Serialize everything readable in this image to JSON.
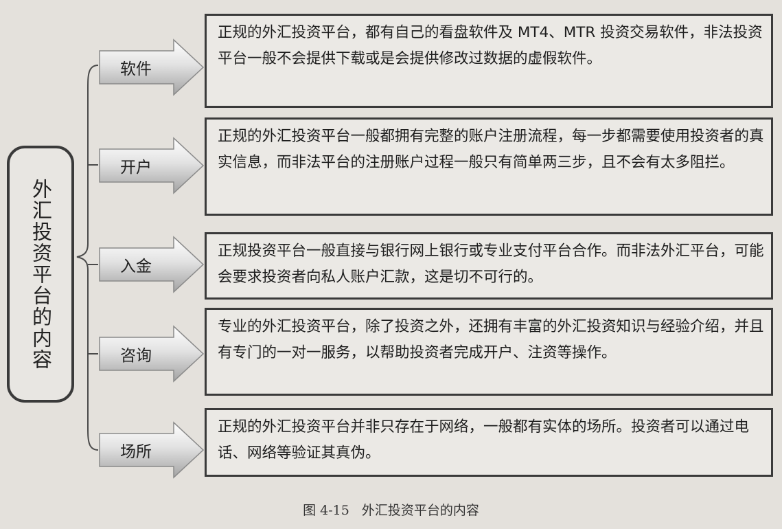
{
  "root": {
    "label": "外汇投资平台的内容"
  },
  "items": [
    {
      "label": "软件",
      "text": "正规的外汇投资平台，都有自己的看盘软件及 MT4、MTR 投资交易软件，非法投资平台一般不会提供下载或是会提供修改过数据的虚假软件。"
    },
    {
      "label": "开户",
      "text": "正规的外汇投资平台一般都拥有完整的账户注册流程，每一步都需要使用投资者的真实信息，而非法平台的注册账户过程一般只有简单两三步，且不会有太多阻拦。"
    },
    {
      "label": "入金",
      "text": "正规投资平台一般直接与银行网上银行或专业支付平台合作。而非法外汇平台，可能会要求投资者向私人账户汇款，这是切不可行的。"
    },
    {
      "label": "咨询",
      "text": "专业的外汇投资平台，除了投资之外，还拥有丰富的外汇投资知识与经验介绍，并且有专门的一对一服务，以帮助投资者完成开户、注资等操作。"
    },
    {
      "label": "场所",
      "text": "正规的外汇投资平台并非只存在于网络，一般都有实体的场所。投资者可以通过电话、网络等验证其真伪。"
    }
  ],
  "caption": "图 4-15   外汇投资平台的内容",
  "colors": {
    "arrow_light": "#ffffff",
    "arrow_dark": "#a3a3a3",
    "border": "#3a3a3a"
  }
}
